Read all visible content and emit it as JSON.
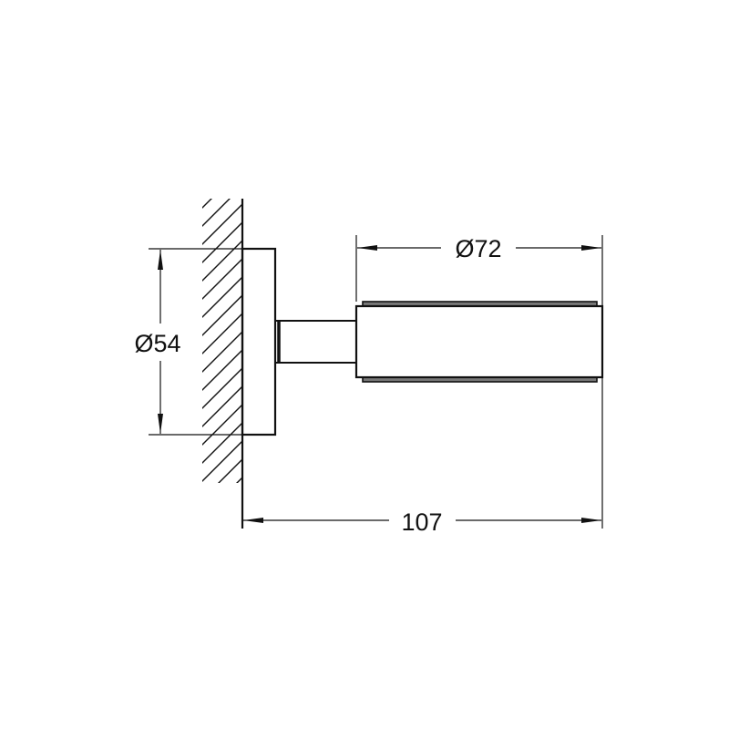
{
  "drawing": {
    "type": "technical-dimension-drawing",
    "view": "side elevation, wall-mounted holder",
    "line_color": "#111111",
    "background": "#ffffff"
  },
  "dimensions": {
    "rosette_diameter": {
      "label": "Ø54",
      "value": 54,
      "unit": "mm"
    },
    "cup_diameter": {
      "label": "Ø72",
      "value": 72,
      "unit": "mm"
    },
    "projection": {
      "label": "107",
      "value": 107,
      "unit": "mm"
    }
  },
  "parts": {
    "wall": "hatched wall section",
    "rosette": "wall rosette / mounting plate",
    "stem": "connecting arm",
    "cup": "cylindrical holder / cup"
  }
}
